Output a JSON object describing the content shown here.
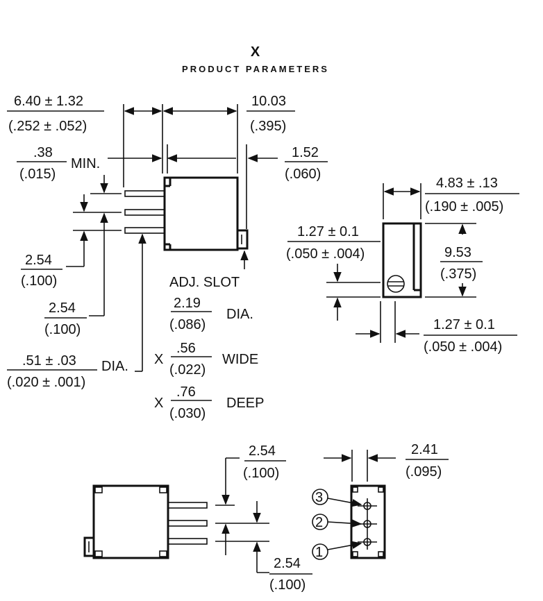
{
  "header": {
    "title": "X",
    "subtitle": "PRODUCT PARAMETERS"
  },
  "dims": {
    "width_a": {
      "mm": "6.40 ± 1.32",
      "in": "(.252 ± .052)"
    },
    "width_b": {
      "mm": "10.03",
      "in": "(.395)"
    },
    "standoff": {
      "mm": ".38",
      "in": "(.015)",
      "suffix": "MIN."
    },
    "slot_off": {
      "mm": "1.52",
      "in": "(.060)"
    },
    "pitch_1": {
      "mm": "2.54",
      "in": "(.100)"
    },
    "pitch_2": {
      "mm": "2.54",
      "in": "(.100)"
    },
    "pin_dia": {
      "mm": ".51 ± .03",
      "in": "(.020 ± .001)",
      "suffix": "DIA."
    },
    "adj_slot": {
      "label": "ADJ. SLOT"
    },
    "slot_dia": {
      "mm": "2.19",
      "in": "(.086)",
      "suffix": "DIA."
    },
    "slot_wide": {
      "prefix": "X",
      "mm": ".56",
      "in": "(.022)",
      "suffix": "WIDE"
    },
    "slot_deep": {
      "prefix": "X",
      "mm": ".76",
      "in": "(.030)",
      "suffix": "DEEP"
    },
    "side_w": {
      "mm": "4.83 ± .13",
      "in": "(.190 ± .005)"
    },
    "side_a": {
      "mm": "1.27 ± 0.1",
      "in": "(.050 ± .004)"
    },
    "side_h": {
      "mm": "9.53",
      "in": "(.375)"
    },
    "side_b": {
      "mm": "1.27 ± 0.1",
      "in": "(.050 ± .004)"
    },
    "bot_pitch_1": {
      "mm": "2.54",
      "in": "(.100)"
    },
    "bot_w": {
      "mm": "2.41",
      "in": "(.095)"
    },
    "bot_pitch_2": {
      "mm": "2.54",
      "in": "(.100)"
    }
  },
  "pins": [
    "3",
    "2",
    "1"
  ]
}
